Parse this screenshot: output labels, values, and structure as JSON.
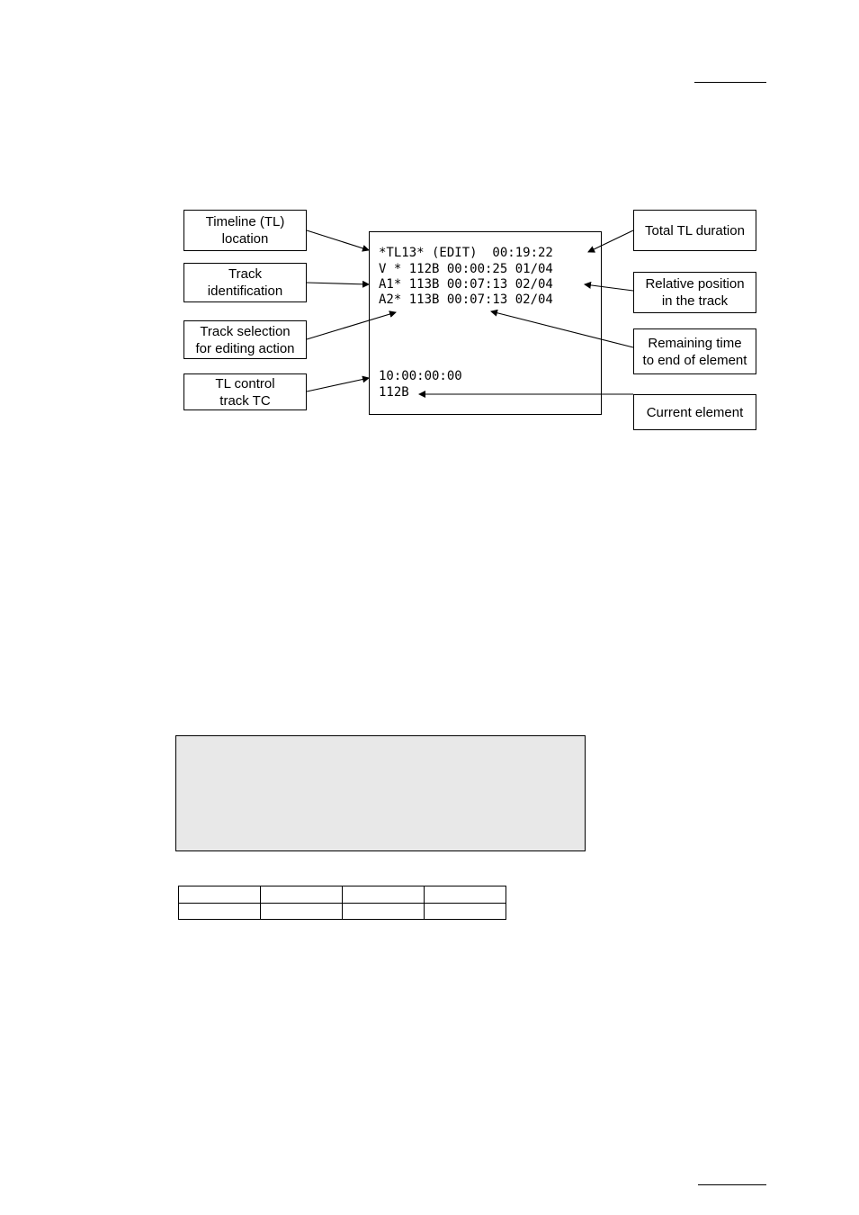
{
  "callouts": {
    "timeline_location": "Timeline (TL)\nlocation",
    "track_identification": "Track\nidentification",
    "track_selection": "Track selection\nfor editing action",
    "tl_control_track": "TL control\ntrack TC",
    "total_duration": "Total TL duration",
    "relative_position": "Relative position\nin the track",
    "remaining_time": "Remaining time\nto end of element",
    "current_element": "Current element"
  },
  "screen": {
    "line1": "*TL13* (EDIT)  00:19:22",
    "line2": "V * 112B 00:00:25 01/04",
    "line3": "A1* 113B 00:07:13 02/04",
    "line4": "A2* 113B 00:07:13 02/04",
    "timecode": "10:00:00:00",
    "current_element": "112B"
  },
  "table": {
    "rows": 2,
    "columns": 4
  }
}
